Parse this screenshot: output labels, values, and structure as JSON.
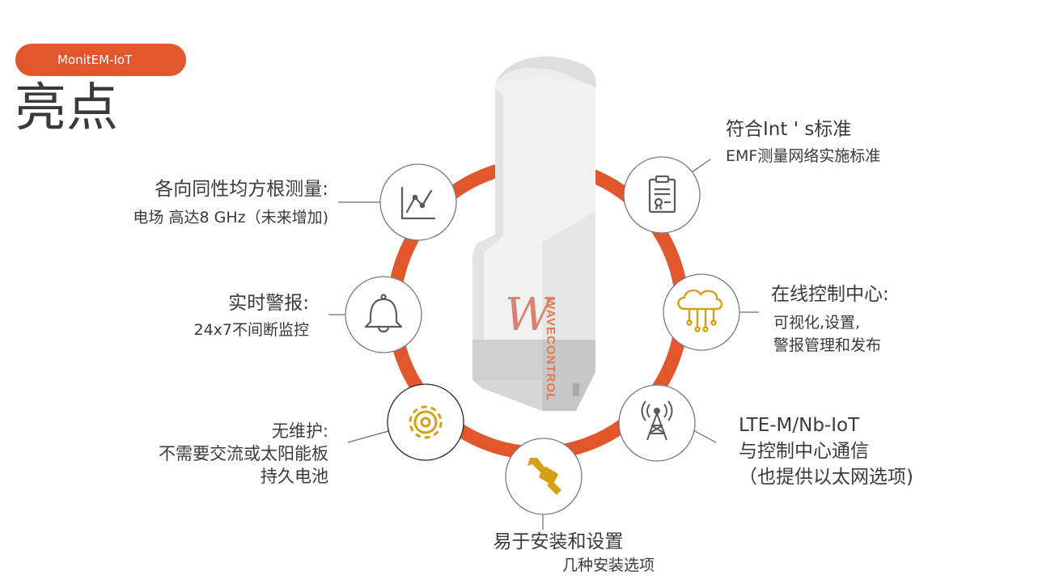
{
  "badge": "MonitEM-IoT",
  "title": "亮点",
  "accent_color": "#e2562b",
  "icon_color_gray": "#5b5b5b",
  "icon_color_gold": "#d4a017",
  "device": {
    "brand_vertical": "WAVECONTROL",
    "logo": "W"
  },
  "features": {
    "rms": {
      "heading": "各向同性均方根测量:",
      "detail": "电场 高达8 GHz（未来增加)",
      "icon": "line-chart-icon"
    },
    "alerts": {
      "heading": "实时警报:",
      "detail": "24x7不间断监控",
      "icon": "bell-icon"
    },
    "maintenance": {
      "heading": "无维护:",
      "line1": "不需要交流或太阳能板",
      "line2": "持久电池",
      "icon": "gear-icon"
    },
    "install": {
      "heading": "易于安装和设置",
      "detail": "几种安装选项",
      "icon": "wrench-hand-icon"
    },
    "standards": {
      "heading": "符合Int ' s标准",
      "detail": "EMF测量网络实施标准",
      "icon": "clipboard-certificate-icon"
    },
    "control_center": {
      "heading": "在线控制中心:",
      "line1": "可视化,设置,",
      "line2": "警报管理和发布",
      "icon": "cloud-network-icon"
    },
    "lte": {
      "heading": "LTE-M/Nb-IoT",
      "line1": "与控制中心通信",
      "line2": "（也提供以太网选项)",
      "icon": "cell-tower-icon"
    }
  }
}
